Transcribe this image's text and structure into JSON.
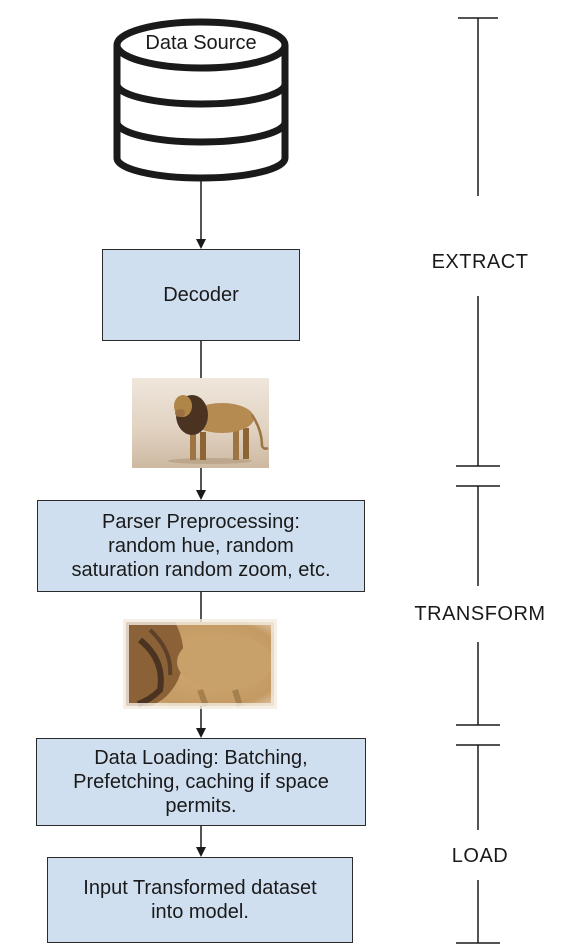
{
  "data_source": {
    "label": "Data Source",
    "icon": "database-cylinder-icon"
  },
  "boxes": {
    "decoder": "Decoder",
    "parser": "Parser Preprocessing:\nrandom hue, random\nsaturation random zoom, etc.",
    "loading": "Data Loading: Batching,\nPrefetching, caching if space\npermits.",
    "input": "Input Transformed dataset\ninto model."
  },
  "stages": {
    "extract": "EXTRACT",
    "transform": "TRANSFORM",
    "load": "LOAD"
  },
  "images": {
    "decoded": "lion-photo",
    "augmented": "lion-zoomed-photo"
  },
  "colors": {
    "box_fill": "#cfdff0",
    "stroke": "#1a1a1a"
  }
}
